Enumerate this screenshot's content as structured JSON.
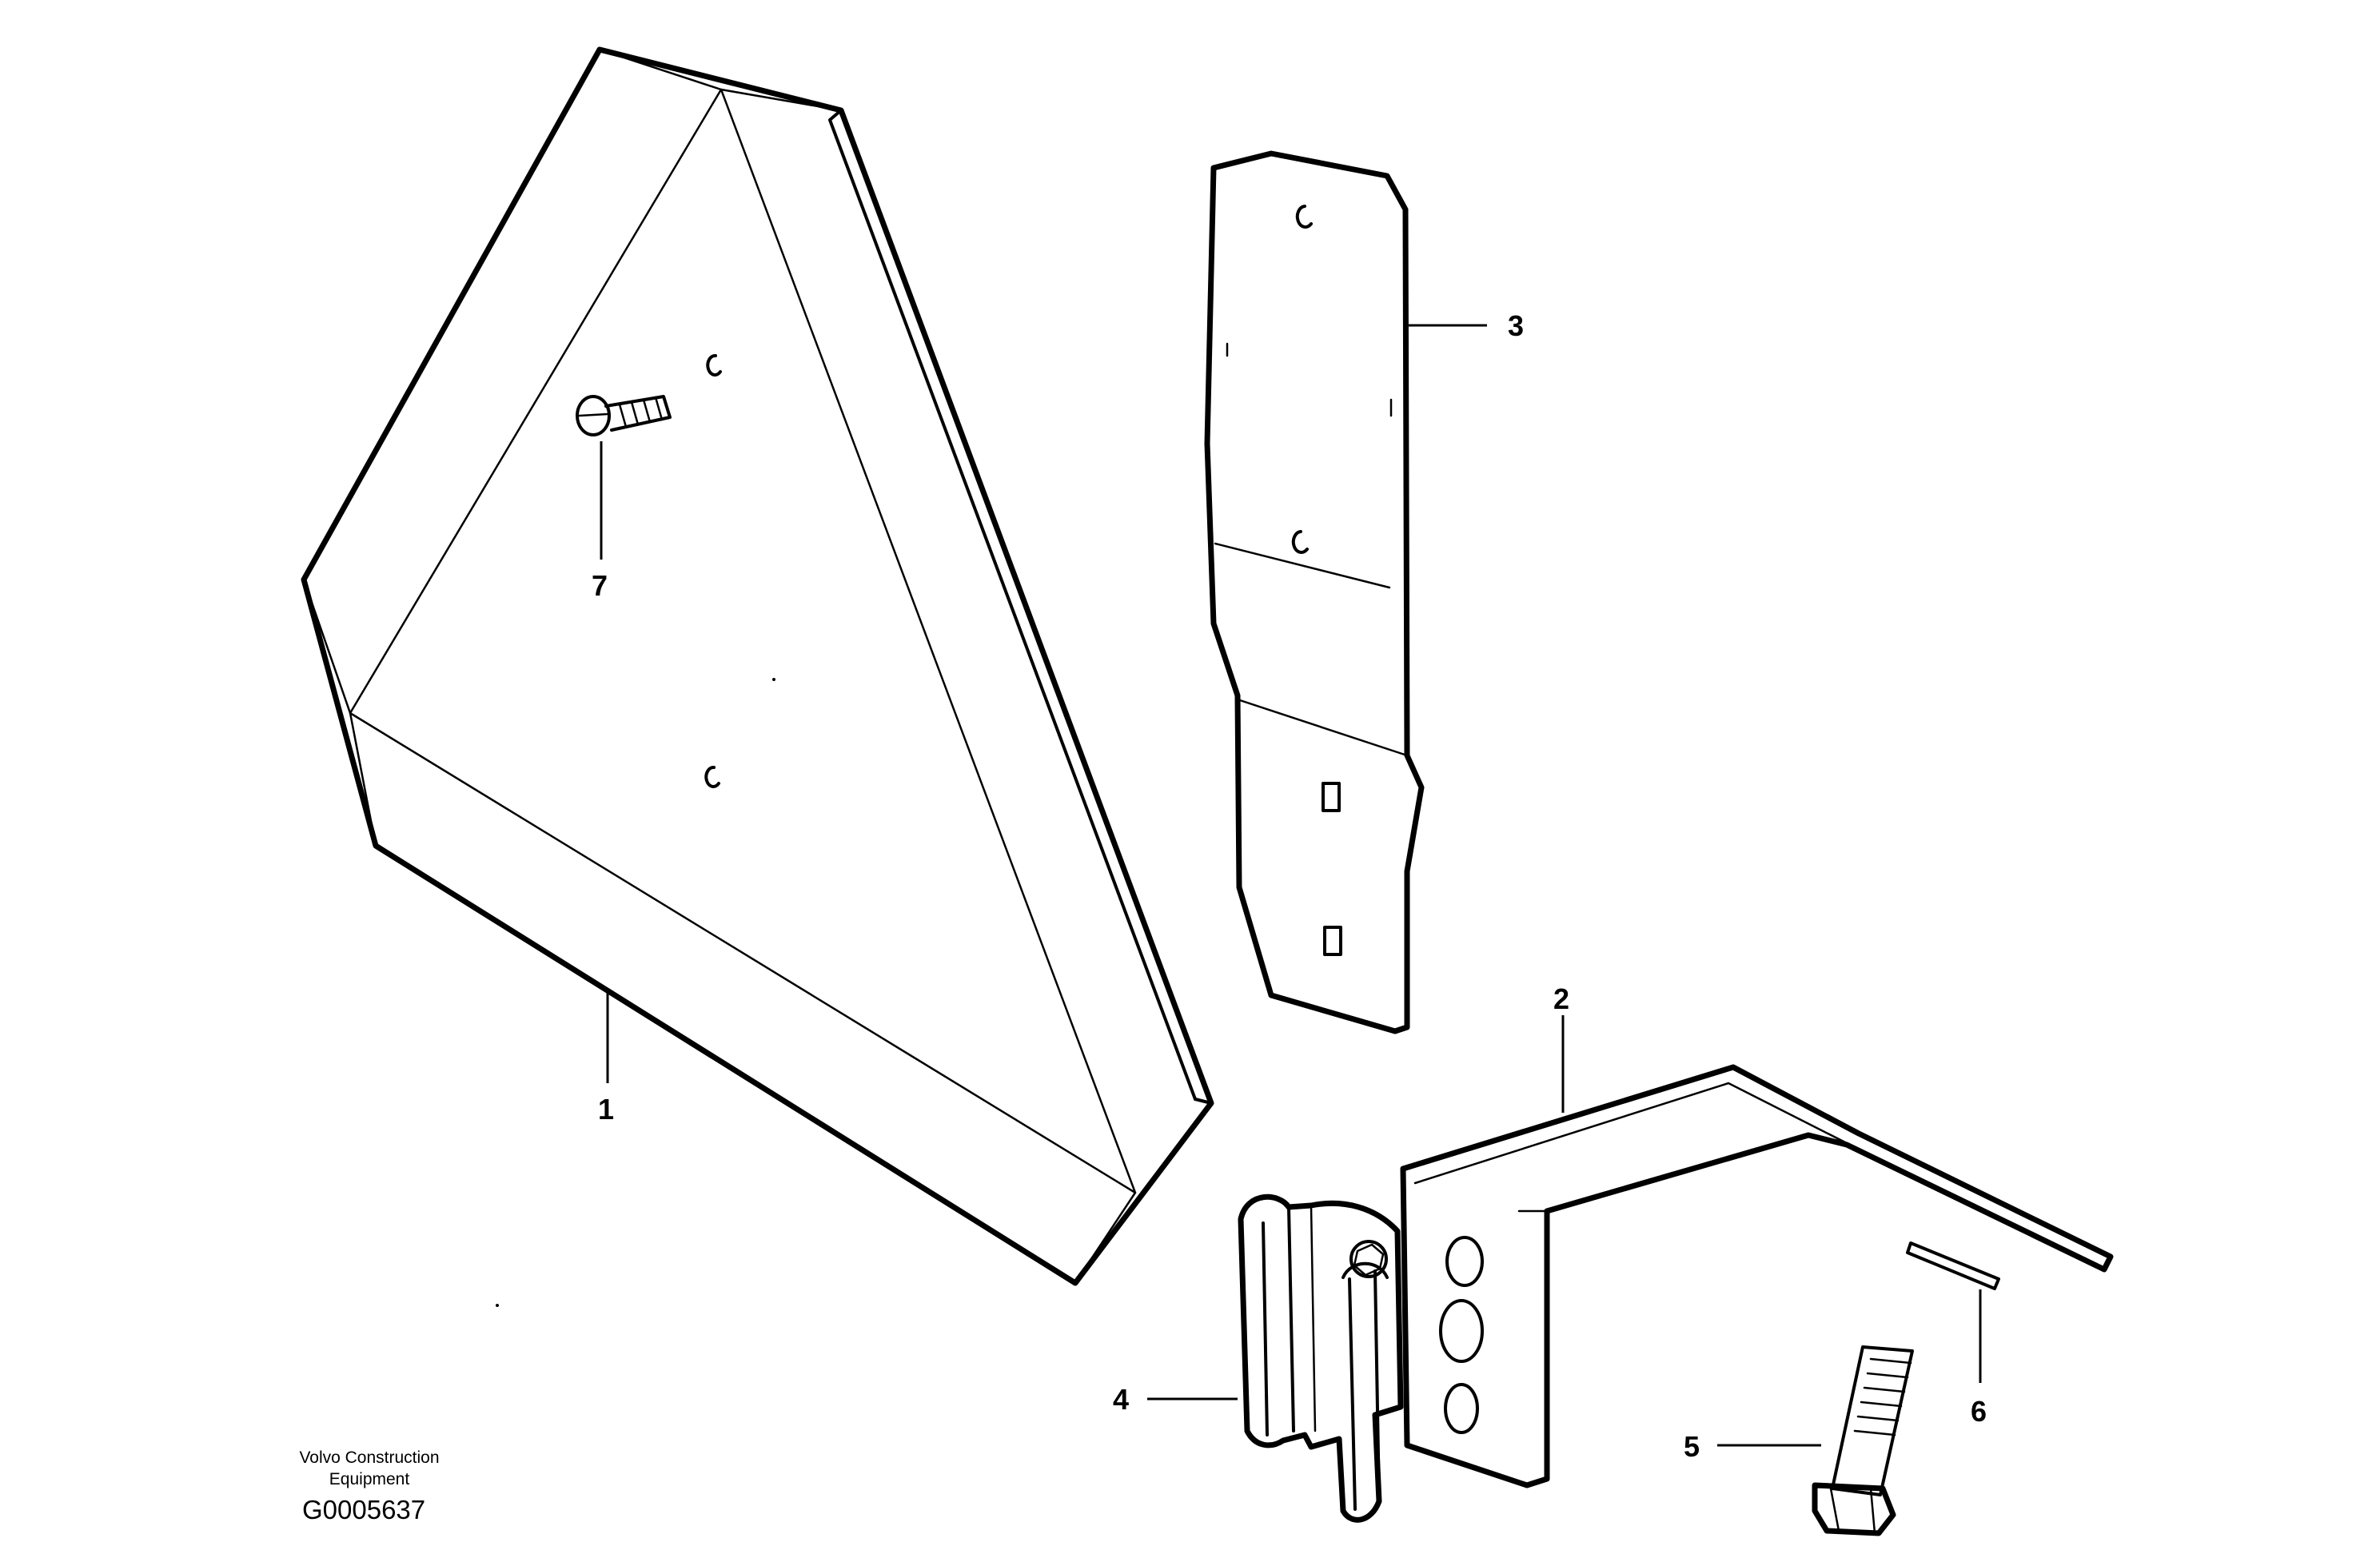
{
  "diagram": {
    "callouts": [
      {
        "id": "1",
        "label": "1"
      },
      {
        "id": "2",
        "label": "2"
      },
      {
        "id": "3",
        "label": "3"
      },
      {
        "id": "4",
        "label": "4"
      },
      {
        "id": "5",
        "label": "5"
      },
      {
        "id": "6",
        "label": "6"
      },
      {
        "id": "7",
        "label": "7"
      }
    ]
  },
  "footer": {
    "brand_line1": "Volvo Construction",
    "brand_line2": "Equipment",
    "drawing_code": "G0005637"
  }
}
